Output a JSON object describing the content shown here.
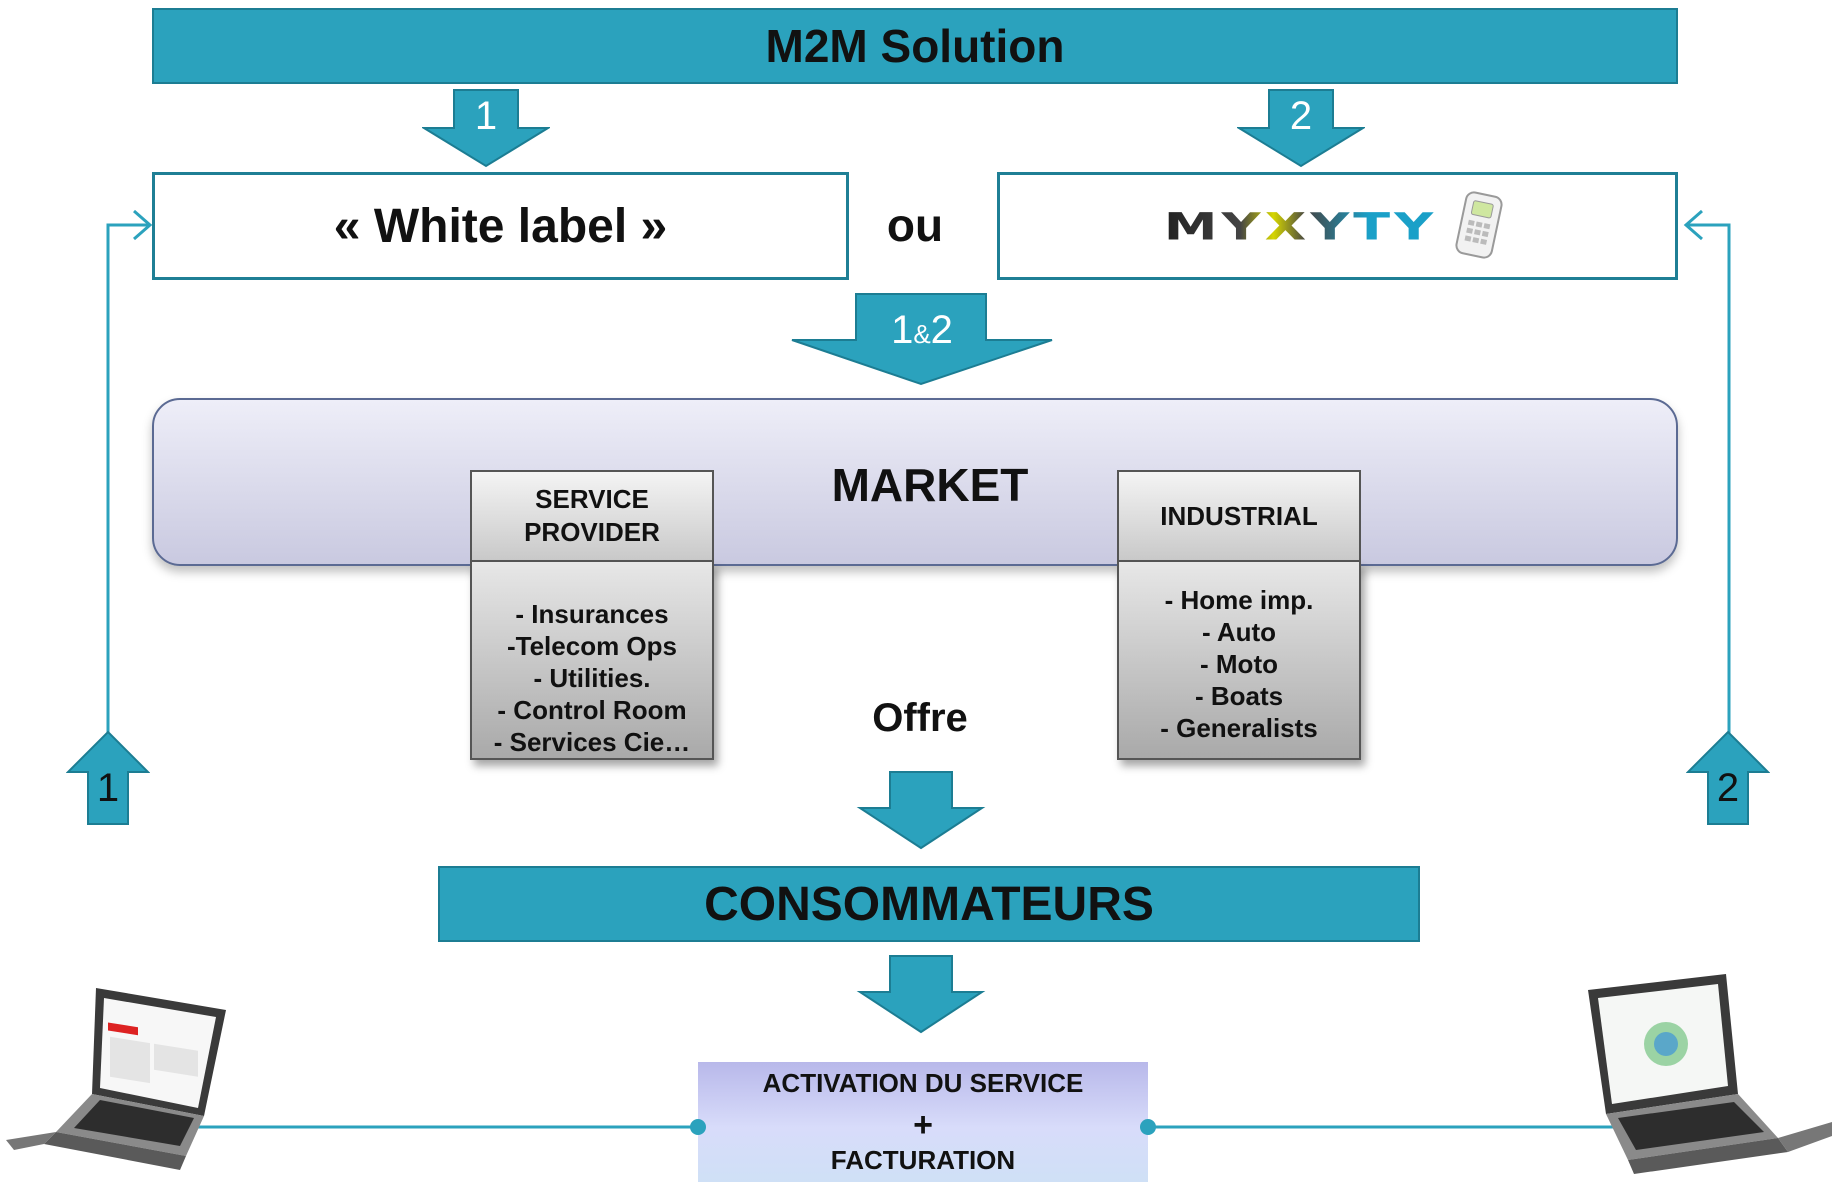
{
  "header": {
    "title": "M2M Solution"
  },
  "options": {
    "arrow1_label": "1",
    "arrow2_label": "2",
    "white_label": "« White label »",
    "or_text": "ou",
    "logo_text": "MYXYTY",
    "merge_label_1": "1",
    "merge_label_amp": "&",
    "merge_label_2": "2"
  },
  "market": {
    "title": "MARKET",
    "service_provider": {
      "heading_line1": "SERVICE",
      "heading_line2": "PROVIDER",
      "items": [
        "- Insurances",
        "-Telecom Ops",
        "- Utilities.",
        "- Control Room",
        "- Services Cie…"
      ]
    },
    "industrial": {
      "heading": "INDUSTRIAL",
      "items": [
        "- Home imp.",
        "- Auto",
        "- Moto",
        "- Boats",
        "- Generalists"
      ]
    }
  },
  "flow": {
    "offre_label": "Offre"
  },
  "consumers": {
    "title": "CONSOMMATEURS"
  },
  "activation": {
    "line1": "ACTIVATION DU SERVICE",
    "plus": "+",
    "line2": "FACTURATION"
  },
  "side_arrows": {
    "left_label": "1",
    "right_label": "2"
  },
  "colors": {
    "teal": "#2ba2bd",
    "teal_dark": "#1c7d93",
    "market_border": "#5b6a93"
  }
}
